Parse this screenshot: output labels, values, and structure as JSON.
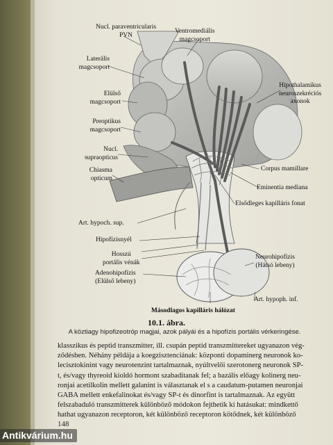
{
  "labels": {
    "pvn": "Nucl. paraventricularis\nPVN",
    "ventromedial": "Ventromediális\nmagcsoport",
    "lateral": "Laterális\nmagcsoport",
    "anterior": "Elülső\nmagcsoport",
    "preoptic": "Preoptikus\nmagcsoport",
    "supraoptic": "Nucl.\nsupraopticus",
    "chiasma": "Chiasma\nopticum",
    "neurosecretory": "Hipothalamikus\nneuroszekréciós\naxonok",
    "mamillare": "Corpus mamillare",
    "eminentia": "Eminentia mediana",
    "primary_plexus": "Elsődleges kapilláris fonat",
    "art_sup": "Art. hypoch. sup.",
    "stalk": "Hipofízisnyél",
    "portal_veins": "Hosszú\nportális vénák",
    "adeno": "Adenohipofízis\n(Elülső lebeny)",
    "neuro": "Neurohipofízis\n(Hátsó lebeny)",
    "secondary_plexus": "Másodlagos kapilláris hálózat",
    "art_inf": "Art. hypoph. inf."
  },
  "figure": {
    "title": "10.1. ábra.",
    "caption": "A köztiagy hipofizeotróp magjai, azok pályái és a hipofízis portális vérkeringése."
  },
  "body_lines": [
    "klasszikus és peptid transzmitter, ill. csupán peptid transzmittereket ugyanazon vég-",
    "ződésben. Néhány példája a koegzisztenciának: központi dopaminerg neuronok ko-",
    "lecisztokinint vagy neurotenzint tartalmaznak, nyúltvelői szerotonerg neuronok SP-",
    "t, és/vagy thyreoid kioldó hormont szabadítanak fel; a bazális előagy kolinerg neu-",
    "ronjai acetilkolin mellett galanint is választanak el s a caudatum-putamen neuronjai",
    "GABA mellett enkefalinokat és/vagy SP-t és dinorfint is tartalmaznak. Az együtt",
    "felszabaduló transzmitterek különböző módokon fejthetik ki hatásukat: mindkettő",
    "hathat ugyanazon receptoron, két különböző receptoron kötődnek, két különböző"
  ],
  "page_number": "148",
  "watermark": "Antikvárium.hu"
}
